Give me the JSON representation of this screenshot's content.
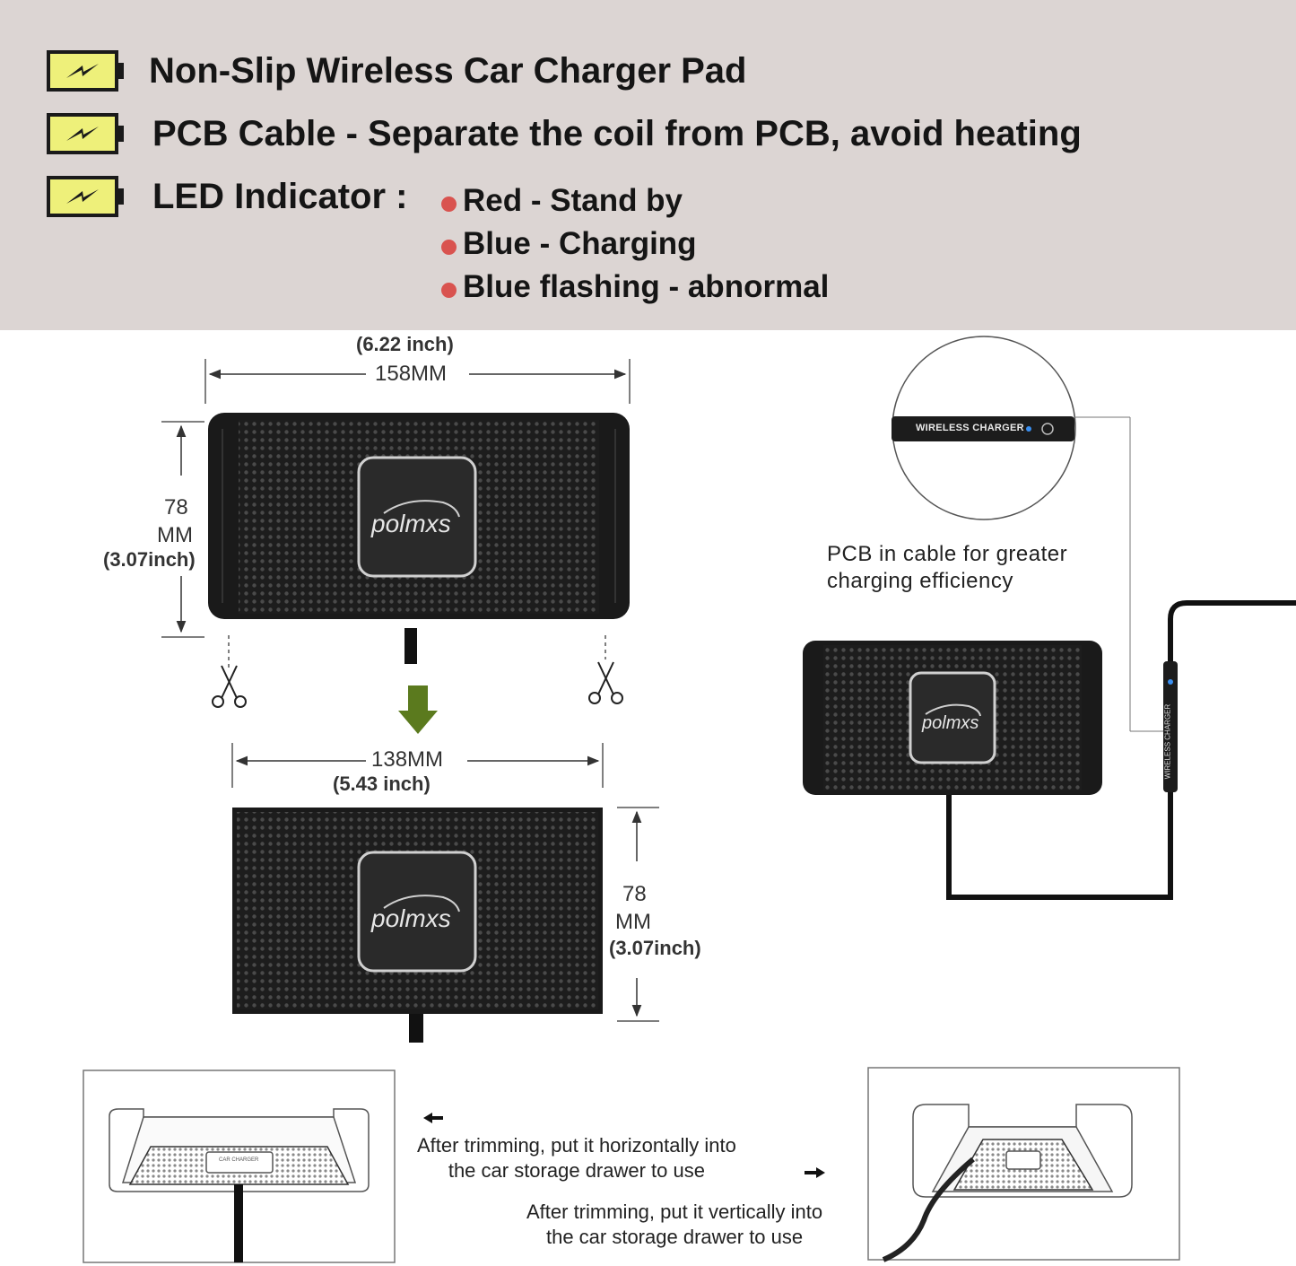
{
  "features": [
    {
      "icon": "battery-charging-icon",
      "text": "Non-Slip Wireless Car Charger Pad"
    },
    {
      "icon": "battery-charging-icon",
      "text": "PCB Cable - Separate the coil from PCB, avoid heating"
    },
    {
      "icon": "battery-charging-icon",
      "text": "LED Indicator :"
    }
  ],
  "led_states": [
    {
      "text": "Red - Stand by"
    },
    {
      "text": "Blue -  Charging"
    },
    {
      "text": "Blue flashing - abnormal"
    }
  ],
  "original_pad": {
    "width_inch": "(6.22 inch)",
    "width_mm": "158MM",
    "height_value": "78",
    "height_unit": "MM",
    "height_inch": "(3.07inch)",
    "brand": "polmxs"
  },
  "trimmed_pad": {
    "width_mm": "138MM",
    "width_inch": "(5.43 inch)",
    "height_value": "78",
    "height_unit": "MM",
    "height_inch": "(3.07inch)",
    "brand": "polmxs"
  },
  "pcb": {
    "label": "WIRELESS CHARGER",
    "caption_line1": "PCB in cable for greater",
    "caption_line2": "charging efficiency",
    "side_label": "WIRELESS CHARGER",
    "brand": "polmxs"
  },
  "drawers": {
    "horizontal_line1": "After trimming, put it horizontally into",
    "horizontal_line2": "the car storage drawer to use",
    "vertical_line1": "After trimming, put it vertically into",
    "vertical_line2": "the car storage drawer to use",
    "pad_label": "CAR CHARGER"
  },
  "colors": {
    "header_bg": "#dcd5d3",
    "battery_fill": "#eef07a",
    "led_dot": "#d9534f",
    "arrow_green": "#5b7a1e",
    "pad_dark": "#1c1c1c"
  }
}
